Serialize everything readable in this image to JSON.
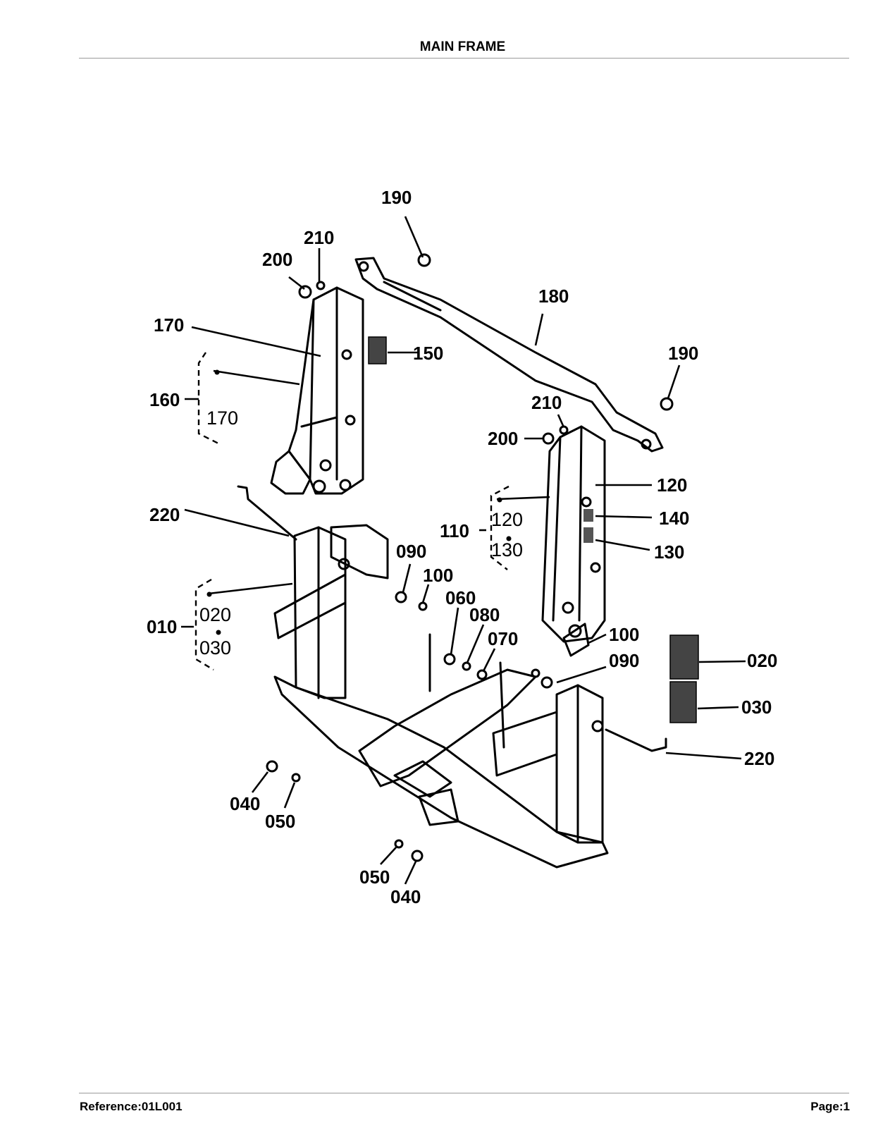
{
  "header": {
    "title": "MAIN FRAME"
  },
  "footer": {
    "reference": "Reference:01L001",
    "page": "Page:1"
  },
  "callouts": {
    "c190a": "190",
    "c210a": "210",
    "c200a": "200",
    "c180": "180",
    "c170": "170",
    "c150": "150",
    "c160": "160",
    "c170b": "170",
    "c190b": "190",
    "c210b": "210",
    "c200b": "200",
    "c120": "120",
    "c140": "140",
    "c130": "130",
    "c110": "110",
    "c120b": "120",
    "c130b": "130",
    "c220a": "220",
    "c090a": "090",
    "c100a": "100",
    "c060": "060",
    "c080": "080",
    "c070": "070",
    "c100b": "100",
    "c090b": "090",
    "c010": "010",
    "c020a": "020",
    "c030a": "030",
    "c020b": "020",
    "c030b": "030",
    "c220b": "220",
    "c040a": "040",
    "c050a": "050",
    "c050b": "050",
    "c040b": "040"
  }
}
